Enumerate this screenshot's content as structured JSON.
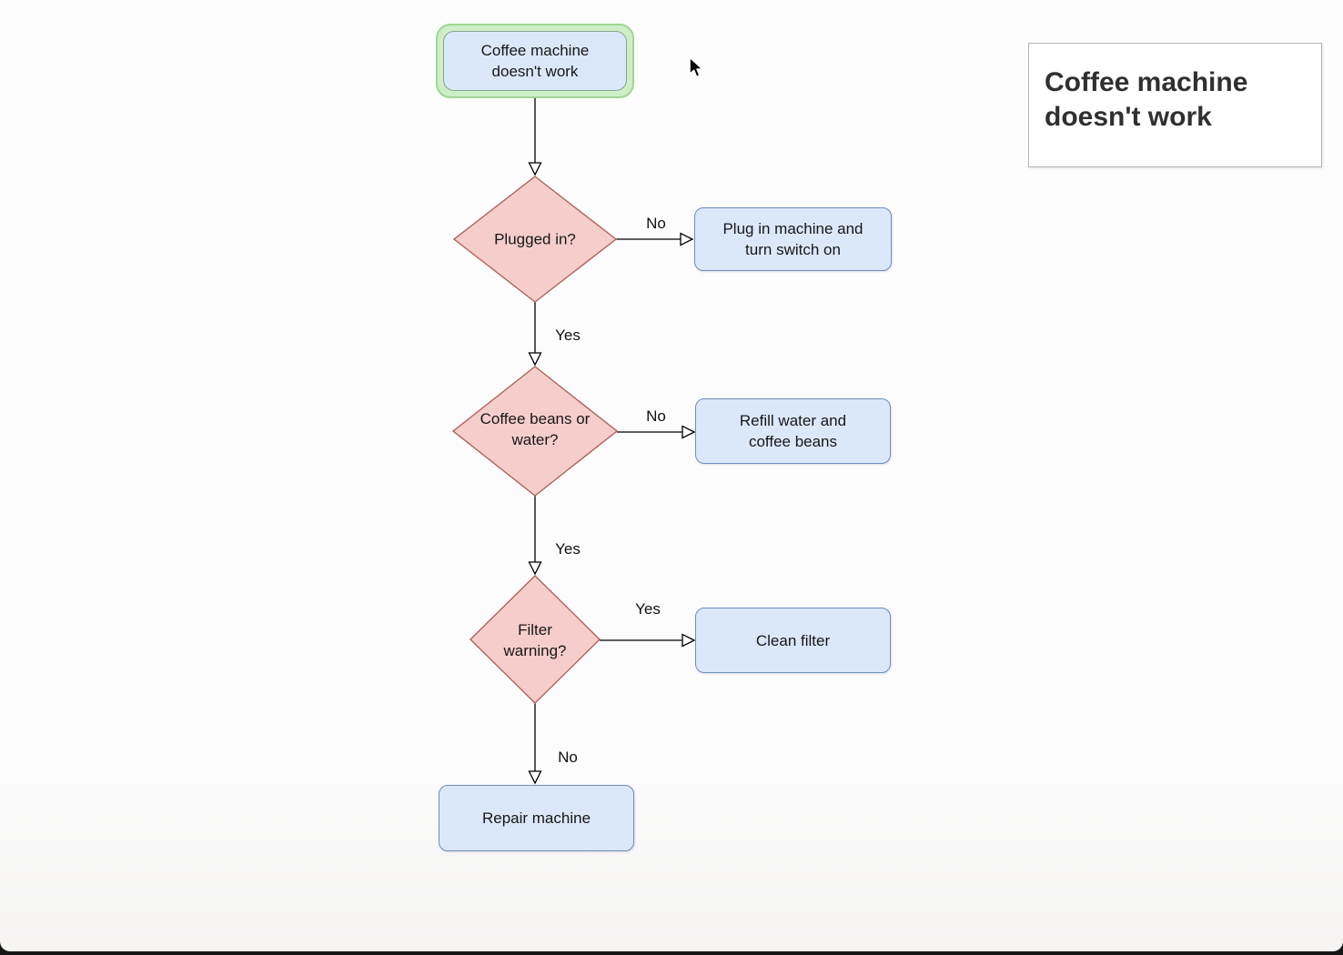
{
  "diagram": {
    "nodes": {
      "start": {
        "label": "Coffee machine\ndoesn't work"
      },
      "decision_plugged": {
        "label": "Plugged in?"
      },
      "action_plug_in": {
        "label": "Plug in machine and\nturn switch on"
      },
      "decision_beans_water": {
        "label": "Coffee beans or\nwater?"
      },
      "action_refill": {
        "label": "Refill water and\ncoffee beans"
      },
      "decision_filter": {
        "label": "Filter\nwarning?"
      },
      "action_clean_filter": {
        "label": "Clean filter"
      },
      "end_repair": {
        "label": "Repair machine"
      }
    },
    "edge_labels": {
      "plugged_no": "No",
      "plugged_yes": "Yes",
      "beans_no": "No",
      "beans_yes": "Yes",
      "filter_yes": "Yes",
      "filter_no": "No"
    },
    "colors": {
      "process_fill": "#dbe8fa",
      "process_stroke": "#6c8ebf",
      "decision_fill": "#f5cecb",
      "decision_stroke": "#b0625e",
      "highlight_fill": "#cdeec6",
      "highlight_stroke": "#9fd693",
      "edge_stroke": "#000000",
      "panel_text": "#303030"
    }
  },
  "side_panel": {
    "title": "Coffee machine\ndoesn't work"
  }
}
